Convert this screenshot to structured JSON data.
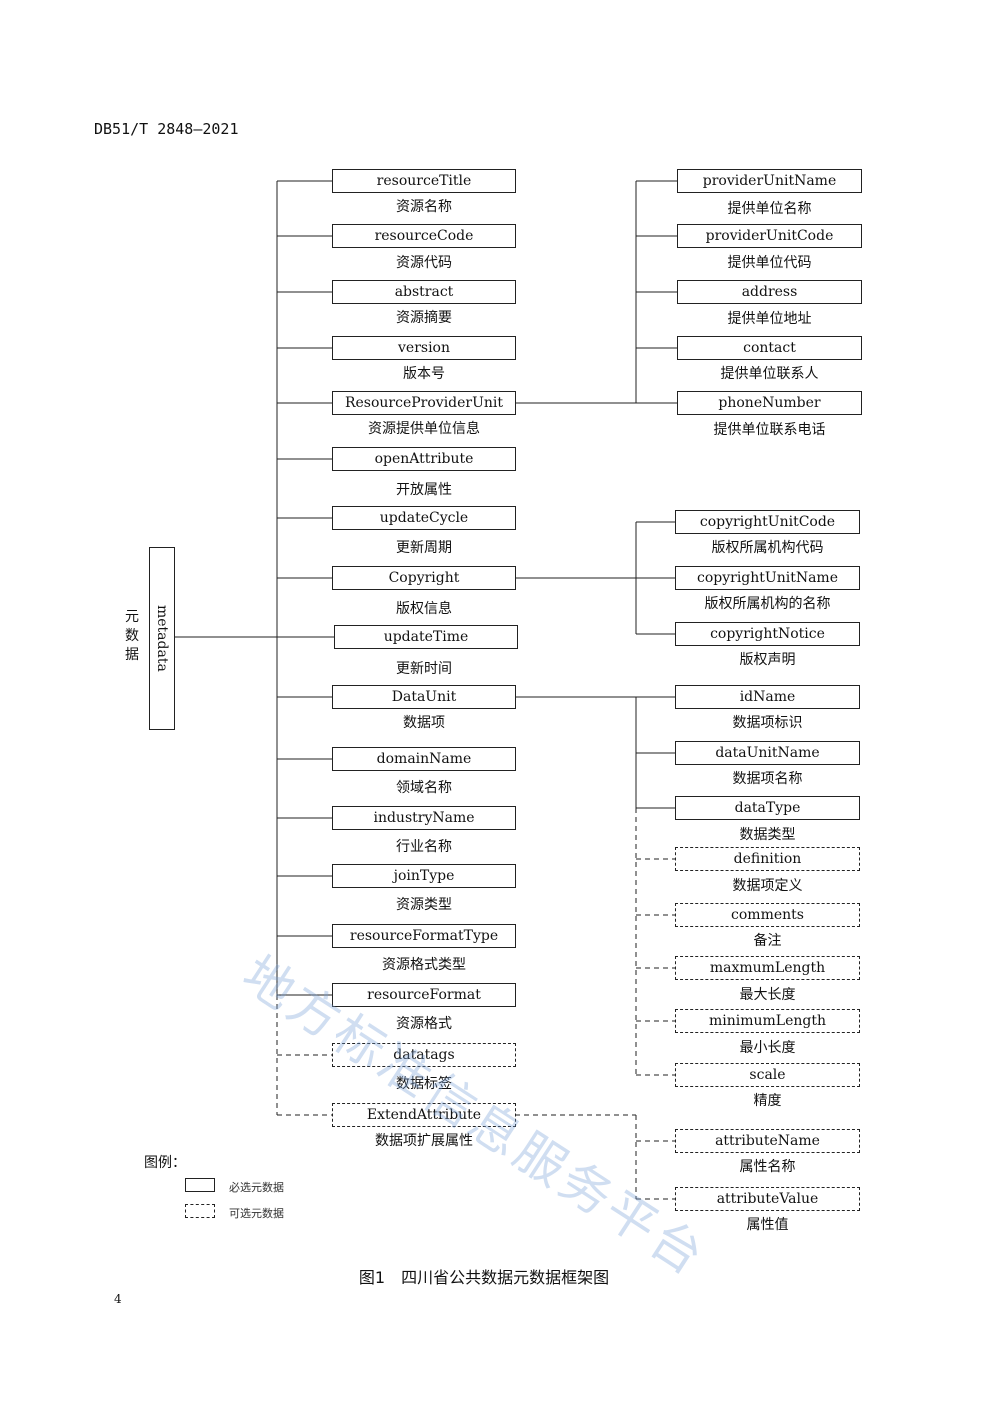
{
  "header": {
    "doc_id": "DB51/T 2848—2021"
  },
  "root": {
    "name": "metadata",
    "label": "元数据"
  },
  "main_items": [
    {
      "name": "resourceTitle",
      "label": "资源名称",
      "required": true
    },
    {
      "name": "resourceCode",
      "label": "资源代码",
      "required": true
    },
    {
      "name": "abstract",
      "label": "资源摘要",
      "required": true
    },
    {
      "name": "version",
      "label": "版本号",
      "required": true
    },
    {
      "name": "ResourceProviderUnit",
      "label": "资源提供单位信息",
      "required": true
    },
    {
      "name": "openAttribute",
      "label": "开放属性",
      "required": true
    },
    {
      "name": "updateCycle",
      "label": "更新周期",
      "required": true
    },
    {
      "name": "Copyright",
      "label": "版权信息",
      "required": true
    },
    {
      "name": "updateTime",
      "label": "更新时间",
      "required": true
    },
    {
      "name": "DataUnit",
      "label": "数据项",
      "required": true
    },
    {
      "name": "domainName",
      "label": "领域名称",
      "required": true
    },
    {
      "name": "industryName",
      "label": "行业名称",
      "required": true
    },
    {
      "name": "joinType",
      "label": "资源类型",
      "required": true
    },
    {
      "name": "resourceFormatType",
      "label": "资源格式类型",
      "required": true
    },
    {
      "name": "resourceFormat",
      "label": "资源格式",
      "required": true
    },
    {
      "name": "datatags",
      "label": "数据标签",
      "required": false
    },
    {
      "name": "ExtendAttribute",
      "label": "数据项扩展属性",
      "required": false
    }
  ],
  "provider_items": [
    {
      "name": "providerUnitName",
      "label": "提供单位名称",
      "required": true
    },
    {
      "name": "providerUnitCode",
      "label": "提供单位代码",
      "required": true
    },
    {
      "name": "address",
      "label": "提供单位地址",
      "required": true
    },
    {
      "name": "contact",
      "label": "提供单位联系人",
      "required": true
    },
    {
      "name": "phoneNumber",
      "label": "提供单位联系电话",
      "required": true
    }
  ],
  "copyright_items": [
    {
      "name": "copyrightUnitCode",
      "label": "版权所属机构代码",
      "required": true
    },
    {
      "name": "copyrightUnitName",
      "label": "版权所属机构的名称",
      "required": true
    },
    {
      "name": "copyrightNotice",
      "label": "版权声明",
      "required": true
    }
  ],
  "dataunit_items": [
    {
      "name": "idName",
      "label": "数据项标识",
      "required": true
    },
    {
      "name": "dataUnitName",
      "label": "数据项名称",
      "required": true
    },
    {
      "name": "dataType",
      "label": "数据类型",
      "required": true
    },
    {
      "name": "definition",
      "label": "数据项定义",
      "required": false
    },
    {
      "name": "comments",
      "label": "备注",
      "required": false
    },
    {
      "name": "maxmumLength",
      "label": "最大长度",
      "required": false
    },
    {
      "name": "minimumLength",
      "label": "最小长度",
      "required": false
    },
    {
      "name": "scale",
      "label": "精度",
      "required": false
    }
  ],
  "extend_items": [
    {
      "name": "attributeName",
      "label": "属性名称",
      "required": false
    },
    {
      "name": "attributeValue",
      "label": "属性值",
      "required": false
    }
  ],
  "legend": {
    "title": "图例：",
    "required": "必选元数据",
    "optional": "可选元数据"
  },
  "caption": "图1　四川省公共数据元数据框架图",
  "page_number": "4",
  "watermark": "地方标准信息服务平台"
}
